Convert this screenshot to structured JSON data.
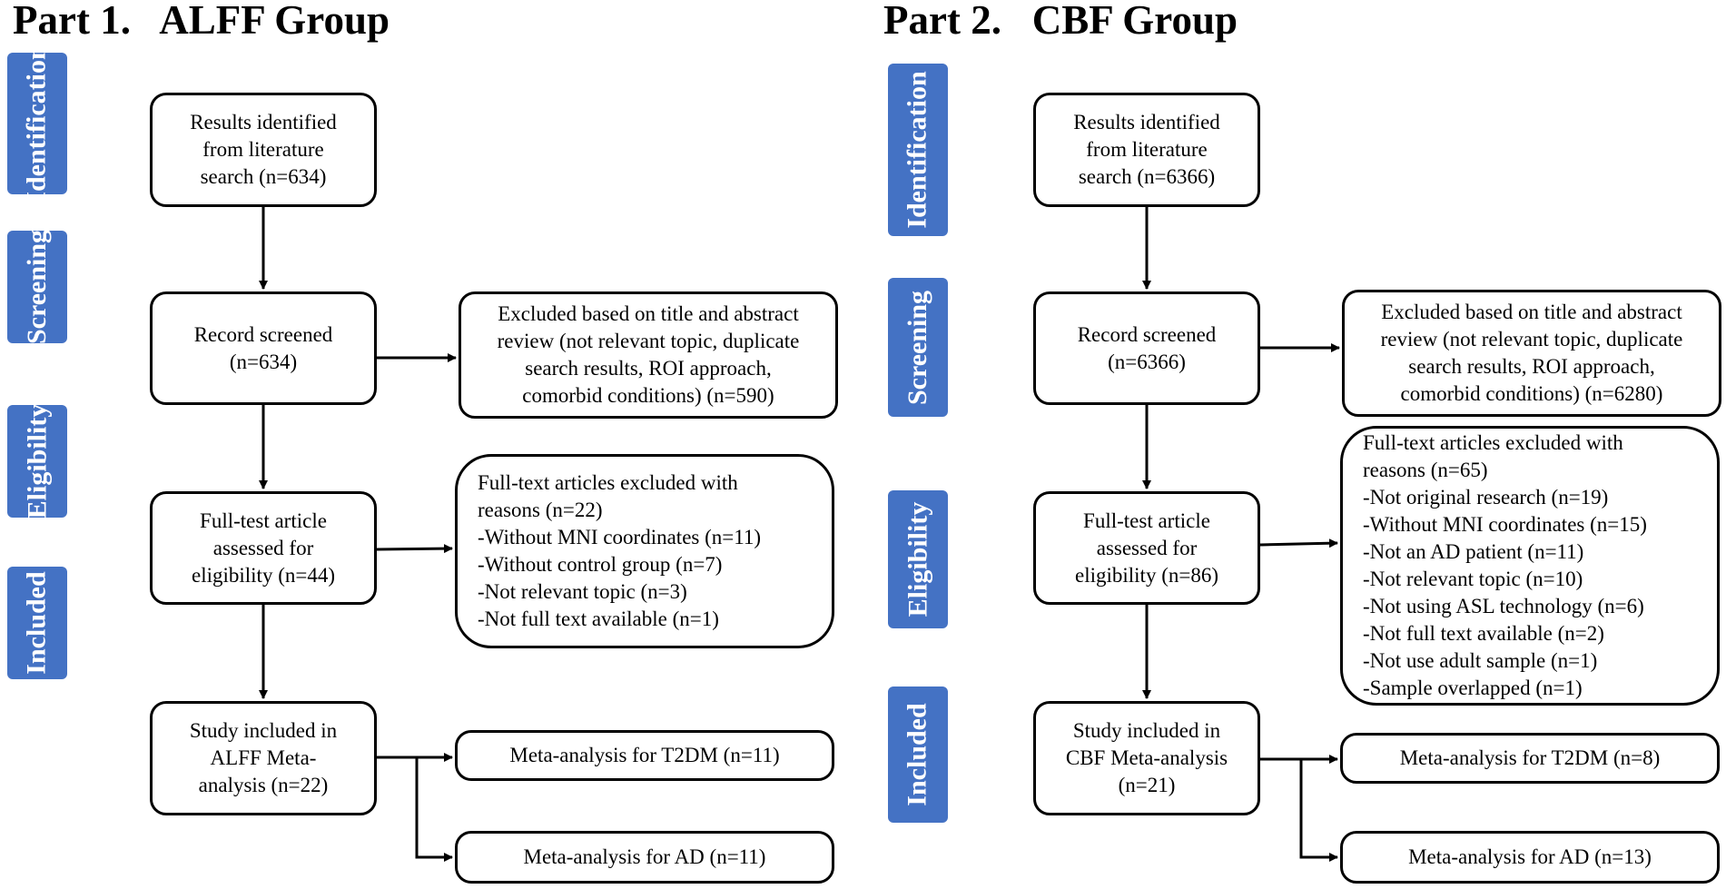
{
  "parts": [
    {
      "title": "Part 1.   ALFF Group",
      "stages": [
        "Identification",
        "Screening",
        "Eligibility",
        "Included"
      ],
      "identified": "Results identified\nfrom literature\nsearch (n=634)",
      "screened": "Record screened\n(n=634)",
      "excluded_screen": "Excluded based on title and abstract\nreview (not relevant topic, duplicate\nsearch results, ROI approach,\ncomorbid conditions) (n=590)",
      "assessed": "Full-test article\nassessed for\neligibility (n=44)",
      "excluded_full": "Full-text articles excluded with\nreasons (n=22)\n-Without MNI coordinates (n=11)\n-Without control group (n=7)\n-Not relevant topic (n=3)\n-Not full text available (n=1)",
      "included": "Study included in\nALFF Meta-\nanalysis (n=22)",
      "meta_t2dm": "Meta-analysis for T2DM (n=11)",
      "meta_ad": "Meta-analysis for AD (n=11)"
    },
    {
      "title": "Part 2.   CBF Group",
      "stages": [
        "Identification",
        "Screening",
        "Eligibility",
        "Included"
      ],
      "identified": "Results identified\nfrom literature\nsearch (n=6366)",
      "screened": "Record screened\n(n=6366)",
      "excluded_screen": "Excluded based on title and abstract\nreview (not relevant topic, duplicate\nsearch results, ROI approach,\ncomorbid conditions) (n=6280)",
      "assessed": "Full-test article\nassessed for\neligibility (n=86)",
      "excluded_full": "Full-text articles excluded with\nreasons (n=65)\n-Not original research (n=19)\n-Without MNI coordinates (n=15)\n-Not an AD patient (n=11)\n-Not relevant topic (n=10)\n-Not using ASL technology (n=6)\n-Not full text available (n=2)\n-Not use adult sample (n=1)\n-Sample overlapped (n=1)",
      "included": "Study included in\nCBF Meta-analysis\n(n=21)",
      "meta_t2dm": "Meta-analysis for T2DM (n=8)",
      "meta_ad": "Meta-analysis for AD (n=13)"
    }
  ],
  "colors": {
    "stage_bg": "#4472c4",
    "stage_text": "#ffffff",
    "border": "#000000"
  }
}
